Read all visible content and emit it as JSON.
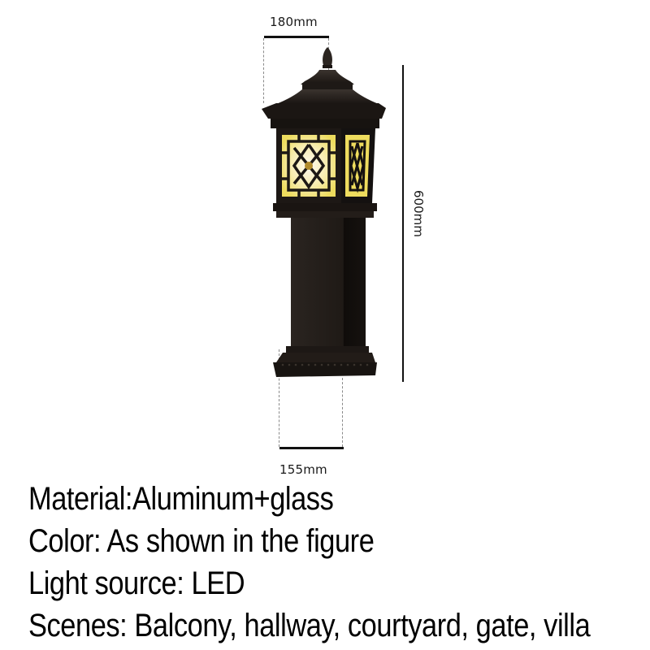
{
  "dimensions": {
    "width_top": "180mm",
    "height": "600mm",
    "width_base": "155mm"
  },
  "specs": [
    {
      "label": "Material:Aluminum+glass"
    },
    {
      "label": "Color: As shown in the figure"
    },
    {
      "label": "Light source: LED"
    },
    {
      "label": "Scenes: Balcony, hallway, courtyard, gate, villa"
    }
  ],
  "product": {
    "name": "lawn-bollard-lamp",
    "colors": {
      "body": "#1e1a17",
      "glass_glow": "#f3e27a",
      "glass_center": "#fbf6e2",
      "background": "#ffffff"
    }
  }
}
